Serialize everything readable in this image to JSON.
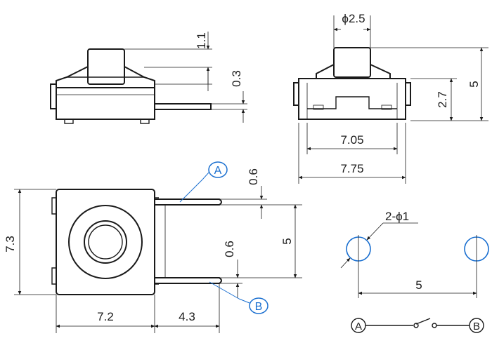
{
  "dimensions": {
    "button_diameter": "ϕ2.5",
    "stem_height": "1.1",
    "gap": "0.3",
    "total_height": "5",
    "body_height": "2.7",
    "inner_width": "7.05",
    "overall_width": "7.75",
    "top_lead_width": "0.6",
    "body_side": "7.3",
    "lead_spacing": "5",
    "bottom_lead_width": "0.6",
    "body_width": "7.2",
    "lead_length": "4.3",
    "hole_spec": "2-ϕ1",
    "hole_spacing": "5"
  },
  "callouts": {
    "a": "A",
    "b": "B"
  },
  "schematic": {
    "left_terminal": "A",
    "right_terminal": "B"
  },
  "colors": {
    "ink": "#1a1a1a",
    "callout": "#1a6fd0"
  }
}
